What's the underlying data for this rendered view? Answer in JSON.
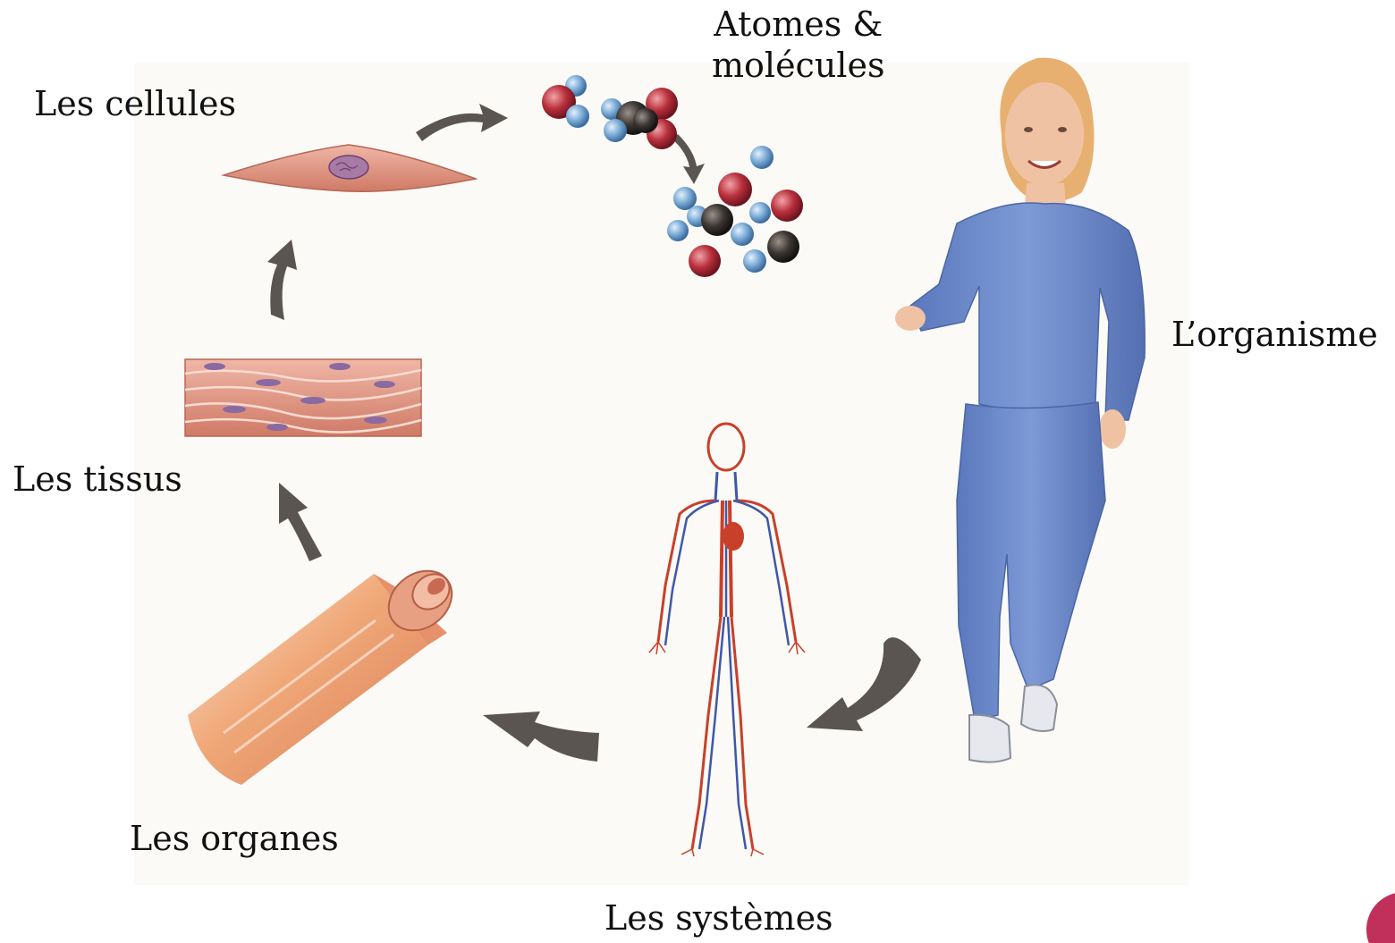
{
  "labels": {
    "atomes_line1": "Atomes &",
    "atomes_line2": "molécules",
    "cellules": "Les cellules",
    "organisme": "L’organisme",
    "tissus": "Les tissus",
    "organes": "Les organes",
    "systemes": "Les systèmes"
  },
  "colors": {
    "arrow": "#5a5550",
    "atom_red": "#b8303c",
    "atom_blue": "#7aaad6",
    "atom_dark": "#3c3632",
    "cell": "#e09a86",
    "tissue": "#e4a392",
    "organism_blue": "#6f8fcf",
    "skin": "#f0c2a4",
    "hair": "#e8b070",
    "artery": "#c8402a",
    "vein": "#3f57a8",
    "badge": "#c0305a"
  }
}
